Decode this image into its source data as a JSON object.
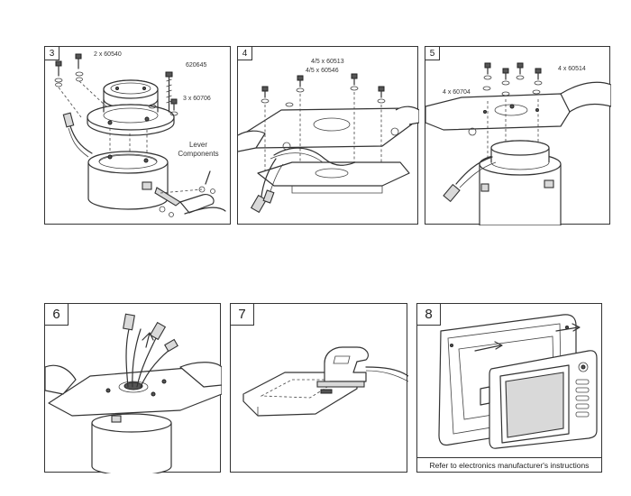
{
  "panels": [
    {
      "step": "3",
      "labels": {
        "top_screw": "2 x 60540",
        "long_bolt": "620645",
        "side_screw": "3 x 60706",
        "lever": "Lever Components"
      }
    },
    {
      "step": "4",
      "labels": {
        "screw_a": "4/5 x 60513",
        "screw_b": "4/5 x 60546"
      }
    },
    {
      "step": "5",
      "labels": {
        "right_screw": "4 x 60514",
        "left_screw": "4 x 60704"
      }
    },
    {
      "step": "6"
    },
    {
      "step": "7"
    },
    {
      "step": "8",
      "footer": "Refer to electronics manufacturer's instructions"
    }
  ]
}
